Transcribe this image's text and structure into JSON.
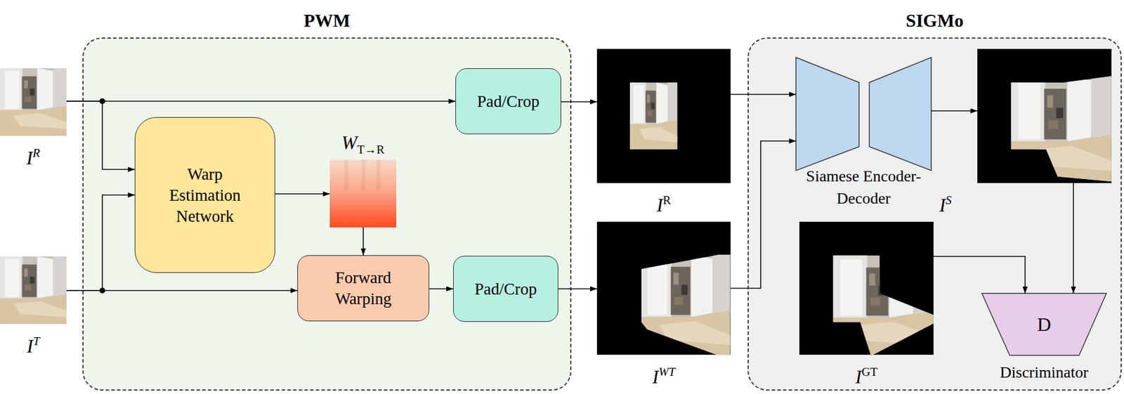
{
  "diagram": {
    "nodes": [
      {
        "text": [
          "I",
          "R"
        ]
      },
      {
        "text": [
          "I",
          "T"
        ]
      },
      {
        "text": [
          "PWM"
        ]
      },
      {
        "text": [
          "Warp Estimation Network"
        ],
        "in": 2
      },
      {
        "text": [
          "W",
          "T→R"
        ],
        "in": 2
      },
      {
        "text": [
          "Pad/Crop"
        ],
        "in": 2
      },
      {
        "text": [
          "Forward Warping"
        ],
        "in": 2
      },
      {
        "text": [
          "Pad/Crop"
        ],
        "in": 2
      },
      {
        "text": [
          "I",
          "R"
        ]
      },
      {
        "text": [
          "I",
          "WT"
        ]
      },
      {
        "text": [
          "SIGMo"
        ]
      },
      {
        "text": [
          "Siamese Encoder-Decoder"
        ],
        "in": 10
      },
      {
        "text": [
          "I",
          "S"
        ],
        "in": 10
      },
      {
        "text": [
          "I",
          "GT"
        ],
        "in": 10
      },
      {
        "text": [
          "D",
          "Discriminator"
        ],
        "in": 10
      }
    ],
    "edges": [
      {
        "from": 0,
        "to": 5,
        "arrow": "to"
      },
      {
        "from": 0,
        "to": 3,
        "arrow": "to"
      },
      {
        "from": 1,
        "to": 3,
        "arrow": "to"
      },
      {
        "from": 1,
        "to": 6,
        "arrow": "to"
      },
      {
        "from": 3,
        "to": 4,
        "arrow": "to"
      },
      {
        "from": 4,
        "to": 6,
        "arrow": "to"
      },
      {
        "from": 6,
        "to": 7,
        "arrow": "to"
      },
      {
        "from": 5,
        "to": 8,
        "arrow": "to"
      },
      {
        "from": 7,
        "to": 9,
        "arrow": "to"
      },
      {
        "from": 8,
        "to": 11,
        "arrow": "to"
      },
      {
        "from": 9,
        "to": 11,
        "arrow": "to"
      },
      {
        "from": 11,
        "to": 12,
        "arrow": "to"
      },
      {
        "from": 13,
        "to": 14,
        "arrow": "to"
      },
      {
        "from": 12,
        "to": 14,
        "arrow": "to"
      }
    ]
  }
}
